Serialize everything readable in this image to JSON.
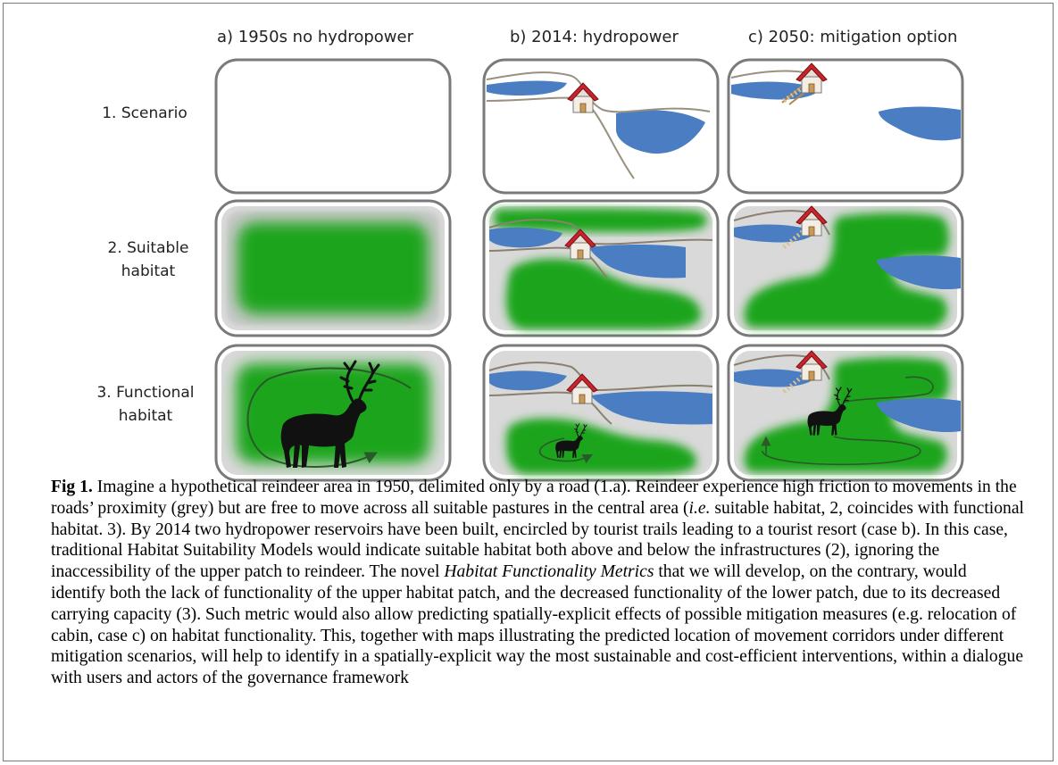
{
  "columns": [
    {
      "id": "a",
      "label": "a) 1950s no hydropower"
    },
    {
      "id": "b",
      "label": "b) 2014: hydropower"
    },
    {
      "id": "c",
      "label": "c) 2050: mitigation option"
    }
  ],
  "rows": [
    {
      "id": "1",
      "line1": "1. Scenario",
      "line2": ""
    },
    {
      "id": "2",
      "line1": "2. Suitable",
      "line2": "habitat"
    },
    {
      "id": "3",
      "line1": "3. Functional",
      "line2": "habitat"
    }
  ],
  "caption": {
    "fig_label": "Fig 1.",
    "part1": " Imagine a hypothetical reindeer area in 1950, delimited only by a road (1.a). Reindeer experience high friction to movements in the roads’ proximity (grey) but are free to move across all suitable pastures in the central area (",
    "ie": "i.e.",
    "part2": " suitable habitat, 2, coincides with functional habitat. 3). By 2014 two hydropower reservoirs have been built, encircled by tourist trails leading to a tourist resort (case b). In this case, traditional Habitat Suitability Models would indicate suitable habitat both above and below the infrastructures (2), ignoring the inaccessibility of the upper patch to reindeer. The novel ",
    "hfm": "Habitat Functionality Metrics",
    "part3": " that we will develop, on the contrary, would identify both the lack of functionality of the upper habitat patch, and the decreased functionality of the lower patch, due to its decreased carrying capacity (3). Such metric would also allow predicting spatially-explicit effects of possible mitigation measures (e.g. relocation of cabin, case c) on habitat functionality. This, together with maps illustrating the predicted location of movement corridors under different mitigation scenarios, will help to identify in a spatially-explicit way the most sustainable and cost-efficient interventions, within a dialogue with users and actors of the governance framework"
  },
  "colors": {
    "water": "#4a7dc1",
    "habitat": "#1aa51a",
    "road_zone": "#d9d9d9",
    "frame": "#7a7a7a",
    "roof": "#c8242c",
    "path": "#2a5a2a"
  }
}
